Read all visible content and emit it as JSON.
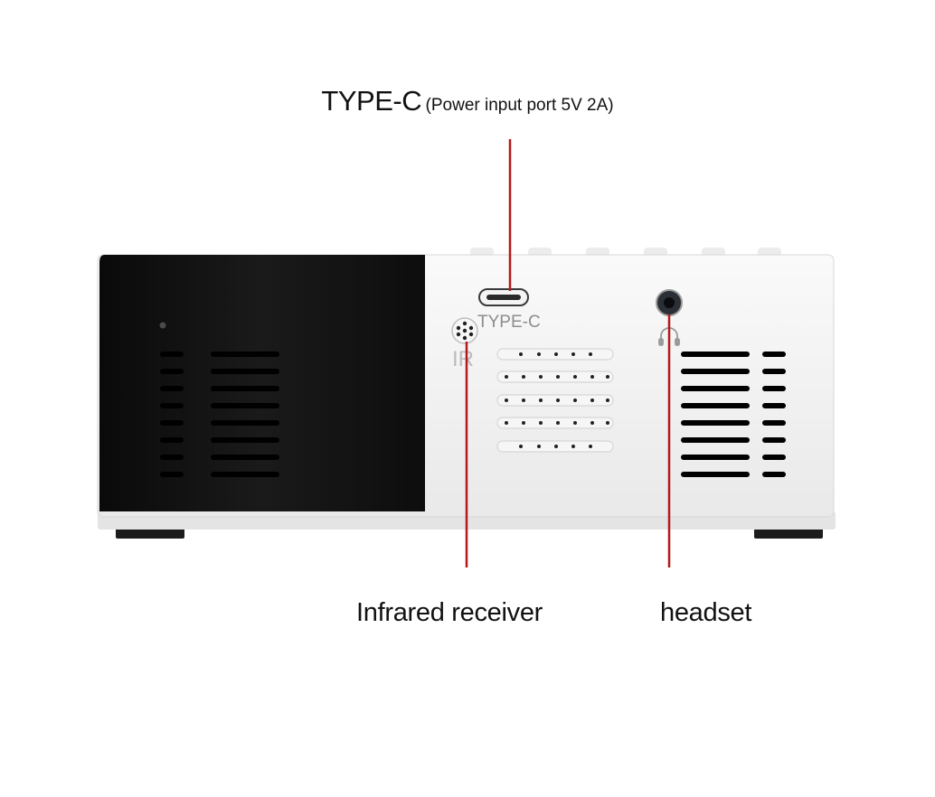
{
  "labels": {
    "top_port_name": "TYPE-C",
    "top_port_desc": "(Power input port 5V 2A)",
    "left_bottom": "Infrared receiver",
    "right_bottom": "headset"
  },
  "device_markings": {
    "type_c": "TYPE-C",
    "ir": "IR"
  },
  "colors": {
    "leader_line": "#b31b1b",
    "device_black": "#111111",
    "device_white": "#f1f1f1"
  }
}
